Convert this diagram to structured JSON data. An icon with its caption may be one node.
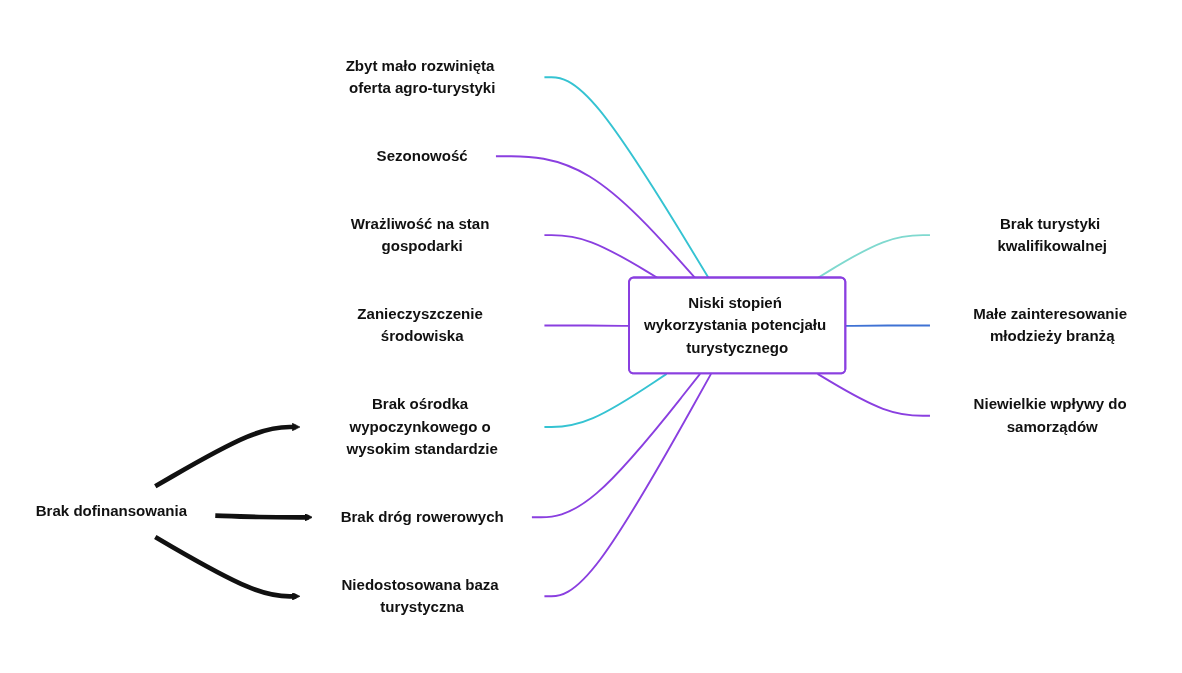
{
  "diagram": {
    "nodes": [
      {
        "text": [
          "Niski stopień wykorzystania potencjału turystycznego"
        ]
      },
      {
        "text": [
          "Zbyt mało rozwinięta oferta agro-turystyki"
        ]
      },
      {
        "text": [
          "Sezonowość"
        ]
      },
      {
        "text": [
          "Wrażliwość na stan gospodarki"
        ]
      },
      {
        "text": [
          "Zanieczyszczenie środowiska"
        ]
      },
      {
        "text": [
          "Brak ośrodka wypoczynkowego o wysokim standardzie"
        ]
      },
      {
        "text": [
          "Brak dróg rowerowych"
        ]
      },
      {
        "text": [
          "Niedostosowana baza turystyczna"
        ]
      },
      {
        "text": [
          "Brak dofinansowania"
        ]
      },
      {
        "text": [
          "Brak turystyki kwalifikowalnej"
        ]
      },
      {
        "text": [
          "Małe zainteresowanie młodzieży branżą"
        ]
      },
      {
        "text": [
          "Niewielkie wpływy do samorządów"
        ]
      }
    ],
    "edges": [
      {
        "from": 1,
        "to": 0,
        "arrow": "none",
        "color": "#35c3d2"
      },
      {
        "from": 2,
        "to": 0,
        "arrow": "none"
      },
      {
        "from": 3,
        "to": 0,
        "arrow": "none"
      },
      {
        "from": 4,
        "to": 0,
        "arrow": "none"
      },
      {
        "from": 5,
        "to": 0,
        "arrow": "none",
        "color": "#35c3d2"
      },
      {
        "from": 6,
        "to": 0,
        "arrow": "none"
      },
      {
        "from": 7,
        "to": 0,
        "arrow": "none"
      },
      {
        "from": 0,
        "to": 9,
        "arrow": "none",
        "color": "#7fd9cf"
      },
      {
        "from": 0,
        "to": 10,
        "arrow": "none",
        "color": "#3f72d4"
      },
      {
        "from": 0,
        "to": 11,
        "arrow": "none"
      },
      {
        "from": 8,
        "to": 5,
        "arrow": "to",
        "style": "thick",
        "color": "#111111"
      },
      {
        "from": 8,
        "to": 6,
        "arrow": "to",
        "style": "thick",
        "color": "#111111"
      },
      {
        "from": 8,
        "to": 7,
        "arrow": "to",
        "style": "thick",
        "color": "#111111"
      }
    ]
  }
}
